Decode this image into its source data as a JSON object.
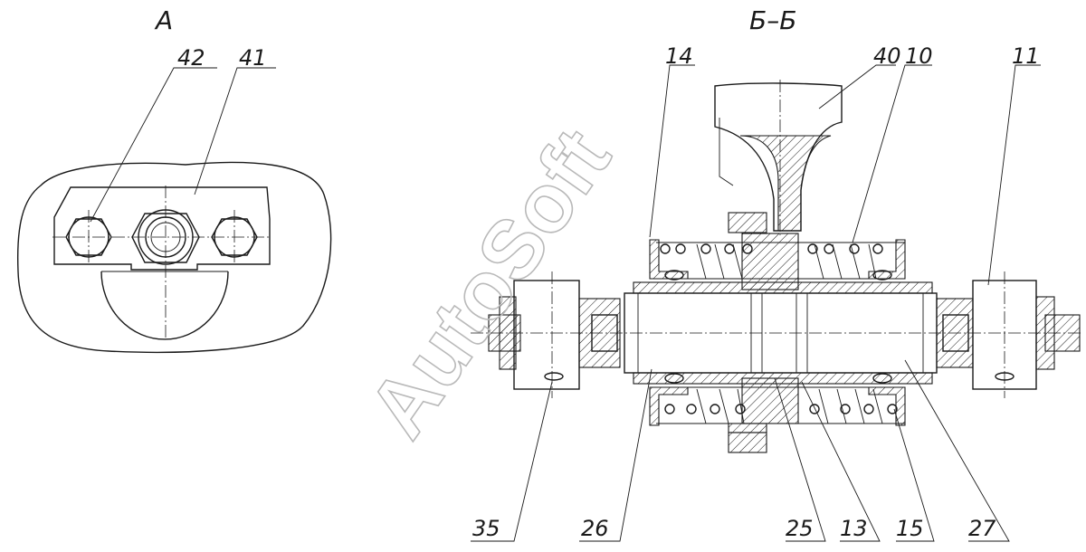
{
  "views": {
    "view_a": {
      "title": "А",
      "callouts": [
        "42",
        "41"
      ]
    },
    "view_bb": {
      "title": "Б–Б",
      "callouts": [
        "14",
        "40",
        "10",
        "11",
        "35",
        "26",
        "25",
        "13",
        "15",
        "27"
      ]
    }
  },
  "watermark": "AutoSoft"
}
